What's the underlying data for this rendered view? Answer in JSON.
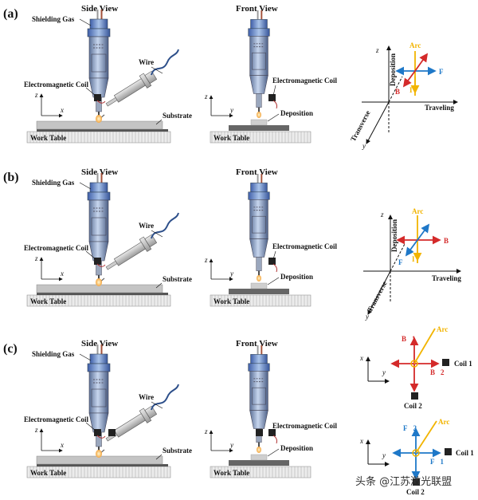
{
  "panels": [
    {
      "label": "(a)",
      "side_title": "Side View",
      "front_title": "Front View",
      "side_labels": {
        "gas": "Shielding Gas",
        "coil": "Electromagnetic Coil",
        "wire": "Wire",
        "substrate": "Substrate",
        "table": "Work Table"
      },
      "front_labels": {
        "coil": "Electromagnetic Coil",
        "deposition": "Deposition",
        "table": "Work Table"
      },
      "axes_side": {
        "v": "z",
        "h": "x"
      },
      "axes_front": {
        "v": "z",
        "h": "y"
      }
    },
    {
      "label": "(b)",
      "side_title": "Side View",
      "front_title": "Front View",
      "side_labels": {
        "gas": "Shielding Gas",
        "coil": "Electromagnetic Coil",
        "wire": "Wire",
        "substrate": "Substrate",
        "table": "Work Table"
      },
      "front_labels": {
        "coil": "Electromagnetic Coil",
        "deposition": "Deposition",
        "table": "Work Table"
      },
      "axes_side": {
        "v": "z",
        "h": "x"
      },
      "axes_front": {
        "v": "z",
        "h": "y"
      }
    },
    {
      "label": "(c)",
      "side_title": "Side View",
      "front_title": "Front View",
      "side_labels": {
        "gas": "Shielding Gas",
        "coil": "Electromagnetic Coil",
        "wire": "Wire",
        "substrate": "Substrate",
        "table": "Work Table"
      },
      "front_labels": {
        "coil": "Electromagnetic Coil",
        "deposition": "Deposition",
        "table": "Work Table"
      },
      "axes_side": {
        "v": "z",
        "h": "x"
      },
      "axes_front": {
        "v": "z",
        "h": "y"
      }
    }
  ],
  "vec3d": [
    {
      "z": "z",
      "y": "y",
      "deposition": "Deposition",
      "traveling": "Traveling",
      "transverse": "Transverse",
      "arc": "Arc",
      "F": "F⃗",
      "B": "B⃗",
      "I": "I⃗"
    },
    {
      "z": "z",
      "y": "y",
      "deposition": "Deposition",
      "traveling": "Traveling",
      "transverse": "Transverse",
      "arc": "Arc",
      "F": "F⃗",
      "B": "B⃗",
      "I": "I⃗"
    }
  ],
  "vec_c": [
    {
      "x": "x",
      "y": "y",
      "arc": "Arc",
      "vec1": "B⃗1",
      "vec2": "B⃗2",
      "coil1": "Coil 1",
      "coil2": "Coil 2"
    },
    {
      "x": "x",
      "y": "y",
      "arc": "Arc",
      "vec1": "F⃗2",
      "vec2": "F⃗1",
      "coil1": "Coil 1",
      "coil2": "Coil 2"
    }
  ],
  "watermark": "头条 @江苏激光联盟",
  "colors": {
    "red": "#d42a2a",
    "blue": "#1e78c8",
    "yellow": "#f2b400",
    "torch": "#8fb0d8",
    "table": "#d8d8d8"
  }
}
